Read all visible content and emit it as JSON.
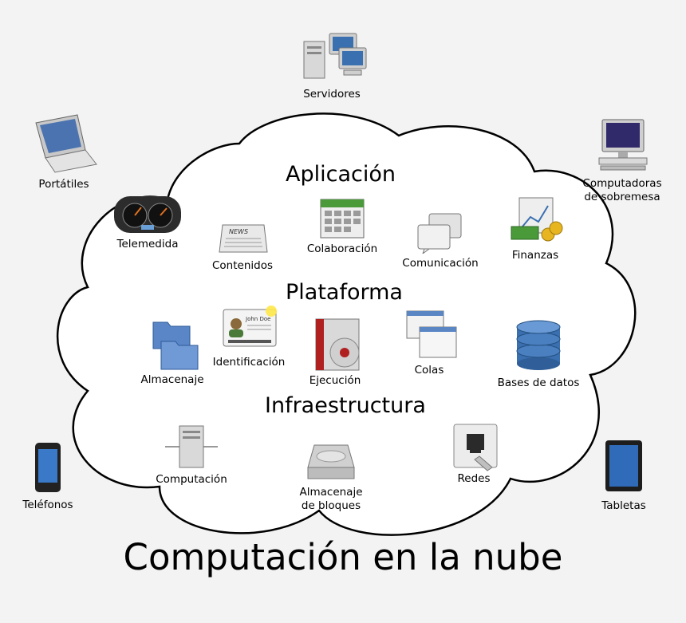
{
  "title": "Computación en la nube",
  "sections": {
    "application": "Aplicación",
    "platform": "Plataforma",
    "infrastructure": "Infraestructura"
  },
  "devices": {
    "servers": "Servidores",
    "laptops": "Portátiles",
    "desktops_line1": "Computadoras",
    "desktops_line2": "de sobremesa",
    "phones": "Teléfonos",
    "tablets": "Tabletas"
  },
  "application_items": {
    "telemetry": "Telemedida",
    "content": "Contenidos",
    "collaboration": "Colaboración",
    "communication": "Comunicación",
    "finance": "Finanzas"
  },
  "platform_items": {
    "storage": "Almacenaje",
    "identity": "Identificación",
    "runtime": "Ejecución",
    "queues": "Colas",
    "databases": "Bases de datos"
  },
  "infrastructure_items": {
    "compute": "Computación",
    "block_storage_line1": "Almacenaje",
    "block_storage_line2": "de bloques",
    "network": "Redes"
  },
  "icon_text": {
    "news_label": "NEWS",
    "id_card_name": "John Doe"
  },
  "colors": {
    "background": "#f3f3f3",
    "cloud_fill": "#ffffff",
    "cloud_stroke": "#000000",
    "accent_blue": "#3a6fb0",
    "accent_green": "#4a9a3a"
  }
}
